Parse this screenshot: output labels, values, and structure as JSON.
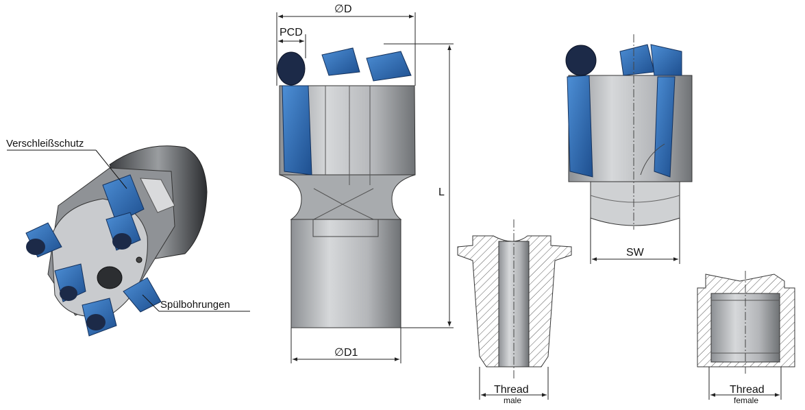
{
  "labels": {
    "wear_protection": "Verschleißschutz",
    "flushing_holes": "Spülbohrungen",
    "diameter_d": "∅D",
    "pcd": "PCD",
    "length_l": "L",
    "diameter_d1": "∅D1",
    "sw": "SW",
    "thread_male": "Thread",
    "thread_male_sub": "male",
    "thread_female": "Thread",
    "thread_female_sub": "female"
  },
  "colors": {
    "steel": "#b9bbbe",
    "steel_dark": "#6e7174",
    "cutter_blue": "#2a6db5",
    "cutter_dark": "#1c2a48",
    "hatch": "#555555"
  }
}
